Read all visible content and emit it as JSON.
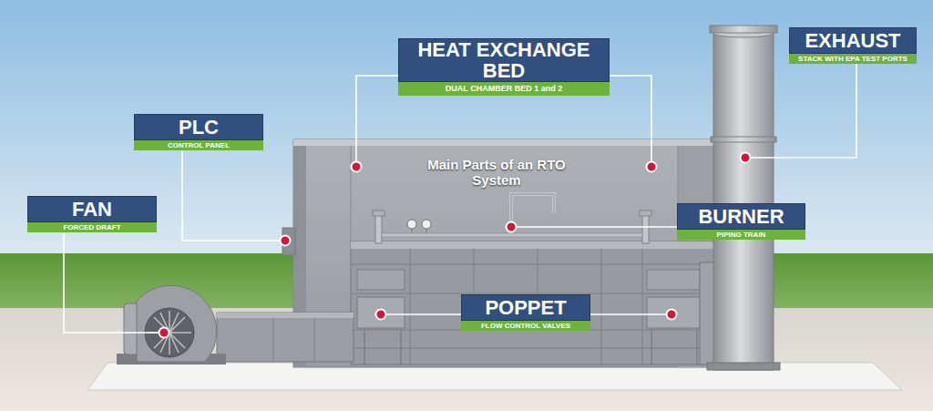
{
  "diagram": {
    "title": "Main Parts of an RTO System",
    "nodes": [
      {
        "text": [
          "HEAT EXCHANGE BED",
          "DUAL CHAMBER BED 1 and 2"
        ]
      },
      {
        "text": [
          "EXHAUST",
          "STACK WITH EPA TEST PORTS"
        ]
      },
      {
        "text": [
          "PLC",
          "CONTROL PANEL"
        ]
      },
      {
        "text": [
          "FAN",
          "FORCED DRAFT"
        ]
      },
      {
        "text": [
          "BURNER",
          "PIPING TRAIN"
        ]
      },
      {
        "text": [
          "POPPET",
          "FLOW CONTROL VALVES"
        ]
      }
    ]
  }
}
